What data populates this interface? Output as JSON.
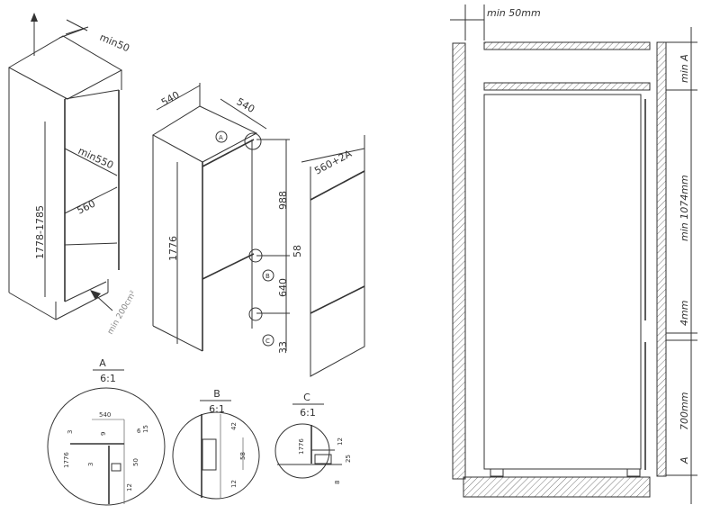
{
  "niche": {
    "min_top": "min50",
    "height": "1778-1785",
    "depth": "min550",
    "width": "560",
    "vent": "min 200cm²"
  },
  "appliance": {
    "width": "540",
    "depth": "540",
    "height": "1776",
    "upper": "988",
    "gap": "58",
    "lower": "640",
    "bottom": "33",
    "markers": [
      "A",
      "B",
      "C"
    ]
  },
  "door_panel": {
    "width": "560+2A"
  },
  "details": [
    {
      "label": "A",
      "scale": "6:1",
      "dims": [
        "540",
        "9",
        "6",
        "15",
        "3",
        "1776",
        "3",
        "50",
        "12"
      ]
    },
    {
      "label": "B",
      "scale": "6:1",
      "dims": [
        "42",
        "58",
        "12"
      ]
    },
    {
      "label": "C",
      "scale": "6:1",
      "dims": [
        "1776",
        "12",
        "25",
        "8"
      ]
    }
  ],
  "side_view": {
    "min_gap": "min 50mm",
    "min_a": "min A",
    "upper": "min 1074mm",
    "gap": "4mm",
    "lower": "700mm",
    "a": "A"
  }
}
